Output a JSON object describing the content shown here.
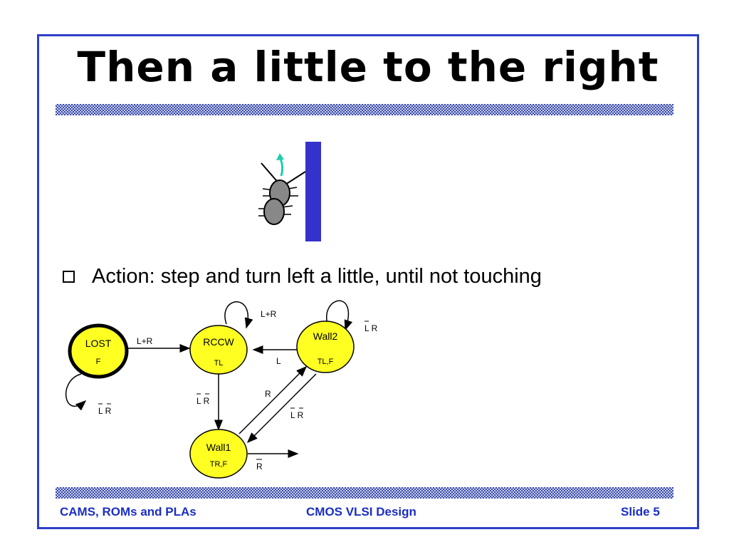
{
  "slide": {
    "title": "Then a little to the right",
    "bullet": "Action: step and turn left a little, until not touching"
  },
  "footer": {
    "left": "CAMS, ROMs and PLAs",
    "center": "CMOS VLSI Design",
    "right": "Slide 5"
  },
  "diagram": {
    "states": [
      {
        "name": "LOST",
        "output": "F"
      },
      {
        "name": "RCCW",
        "output": "TL"
      },
      {
        "name": "Wall2",
        "output": "TL,F"
      },
      {
        "name": "Wall1",
        "output": "TR,F"
      }
    ],
    "transitions": {
      "lost_self": "L R",
      "lost_to_rccw": "L+R",
      "rccw_self": "L+R",
      "wall2_to_rccw": "L",
      "wall2_self": "L R",
      "rccw_to_wall1": "L R",
      "wall1_to_wall2": "R",
      "wall2_to_wall1": "L R",
      "wall1_out": "R"
    }
  },
  "colors": {
    "frame": "#2c3fc8",
    "footer_text": "#1a2ec4",
    "state_fill": "#ffff22",
    "wall": "#3333cc",
    "arrow_teal": "#22ccaa",
    "ant_body": "#888888"
  }
}
